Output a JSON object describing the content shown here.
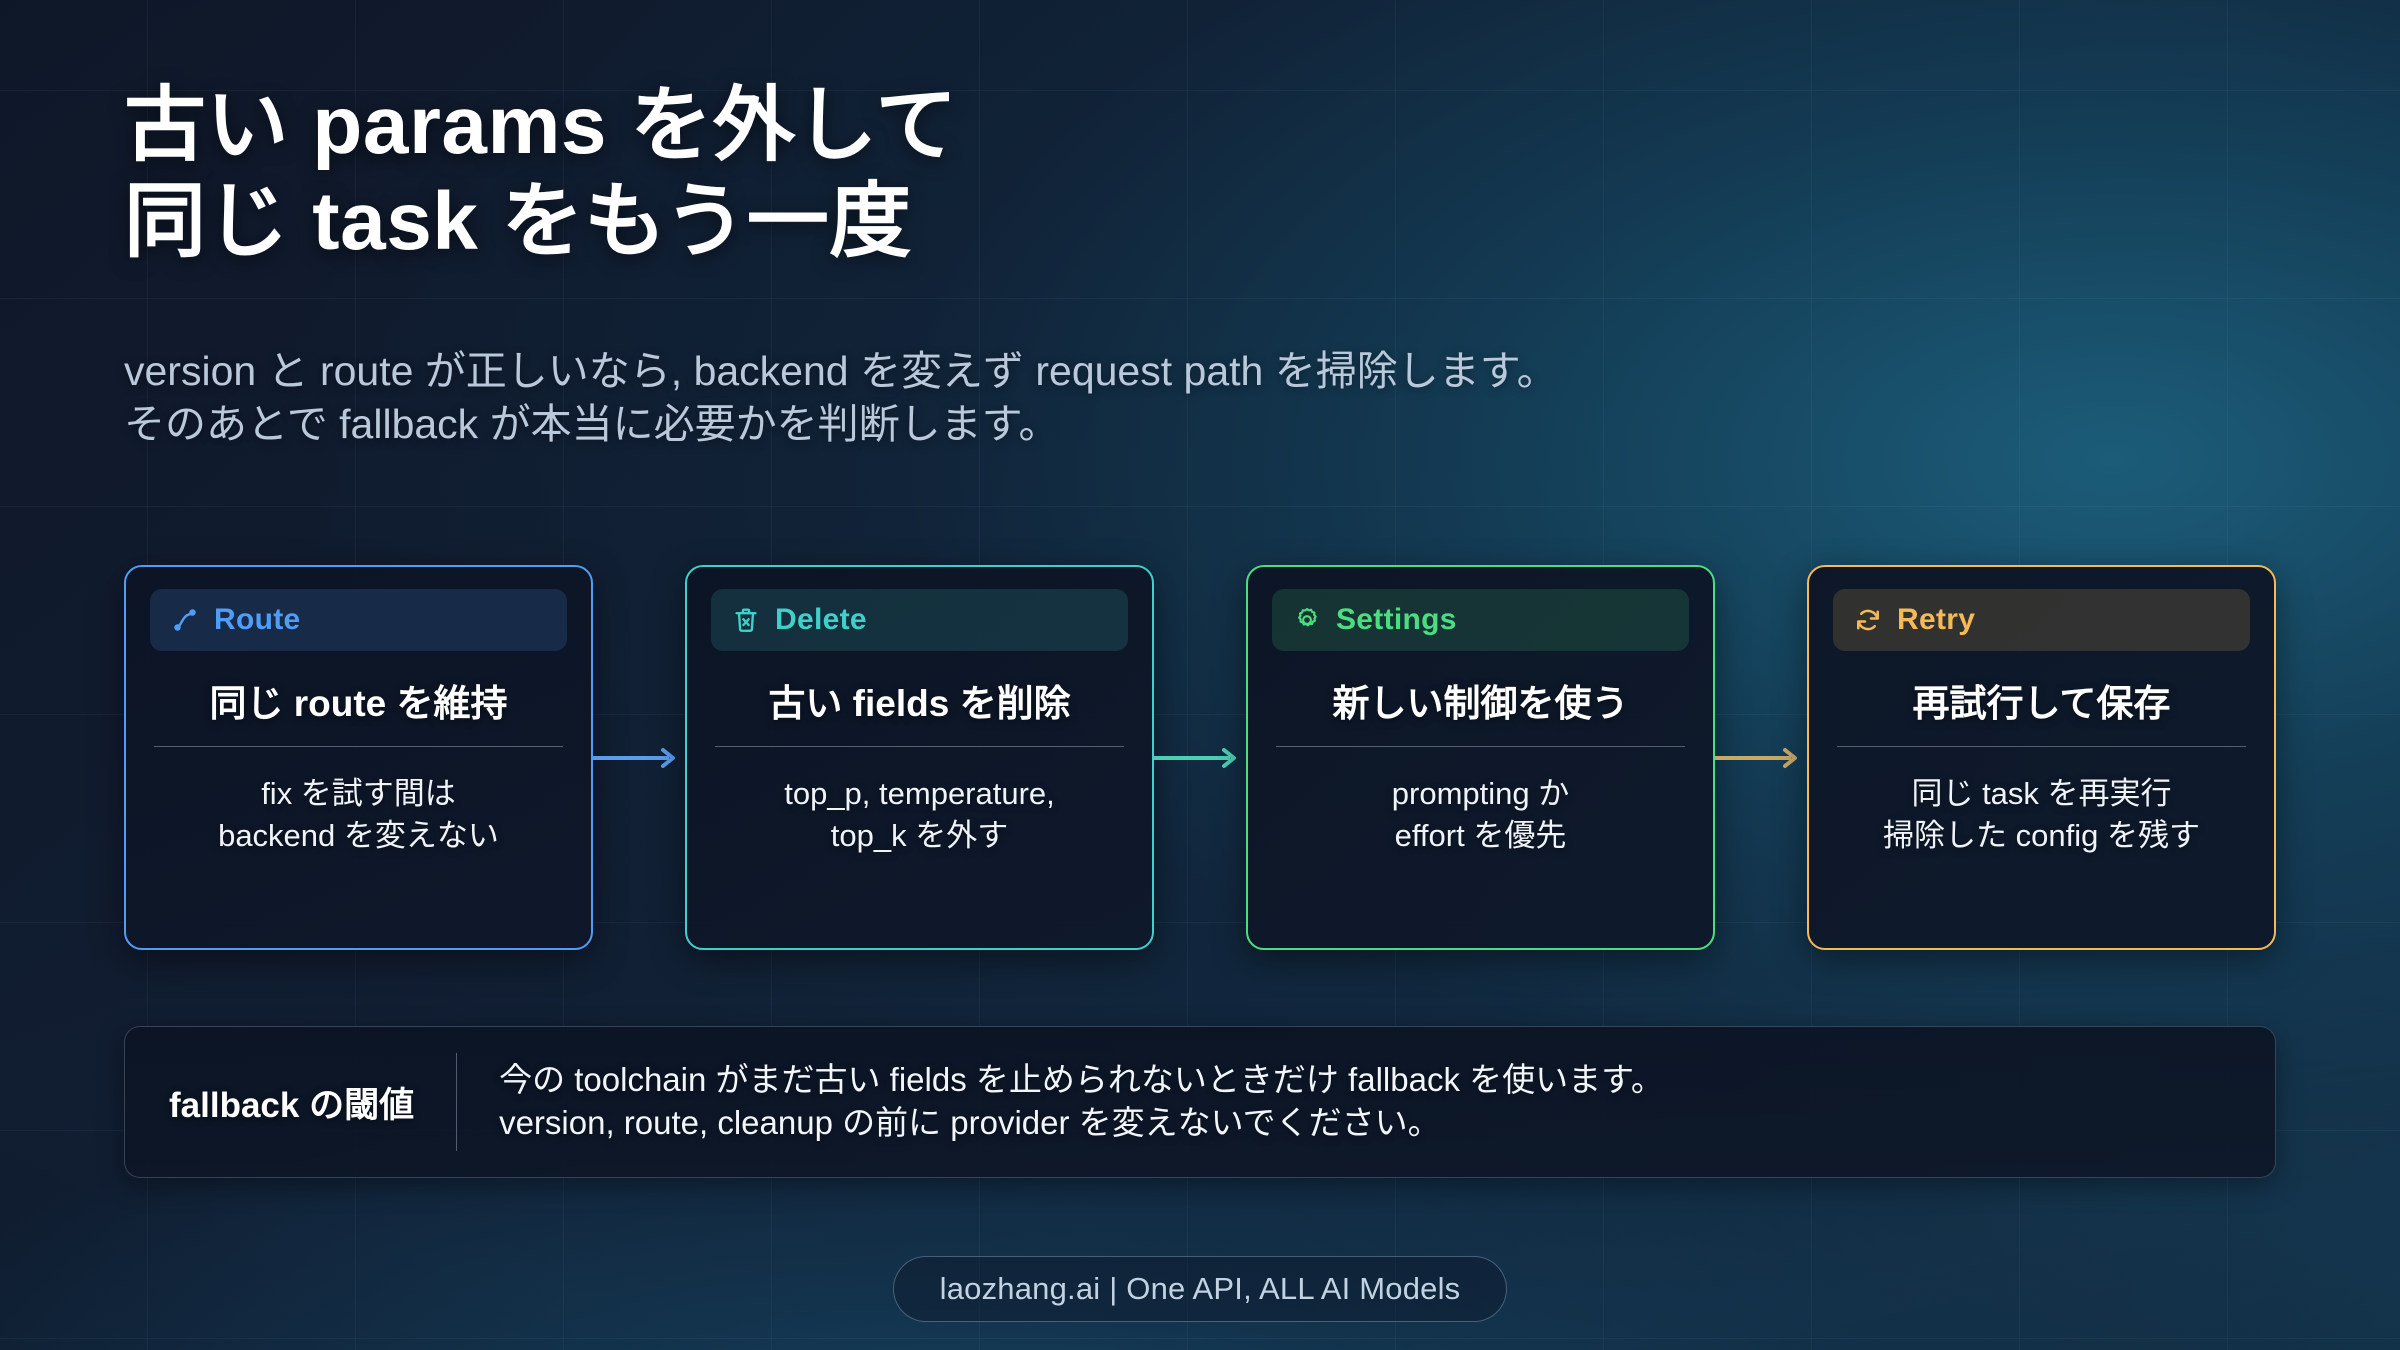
{
  "title": "古い params を外して\n同じ task をもう一度",
  "subtitle": "version と route が正しいなら, backend を変えず request path を掃除します。\nそのあとで fallback が本当に必要かを判断します。",
  "cards": [
    {
      "badge_label": "Route",
      "icon": "route-icon",
      "title": "同じ route を維持",
      "body": "fix を試す間は\nbackend を変えない",
      "accent": "#4f9df7",
      "border": "#4f9df7",
      "badge_bg": "rgba(79,157,247,0.16)"
    },
    {
      "badge_label": "Delete",
      "icon": "trash-x-icon",
      "title": "古い fields を削除",
      "body": "top_p, temperature,\ntop_k を外す",
      "accent": "#3fd0c9",
      "border": "#3fd0c9",
      "badge_bg": "rgba(63,208,201,0.15)"
    },
    {
      "badge_label": "Settings",
      "icon": "gear-icon",
      "title": "新しい制御を使う",
      "body": "prompting か\neffort を優先",
      "accent": "#4ade80",
      "border": "#4ade80",
      "badge_bg": "rgba(74,222,128,0.15)"
    },
    {
      "badge_label": "Retry",
      "icon": "refresh-icon",
      "title": "再試行して保存",
      "body": "同じ task を再実行\n掃除した config を残す",
      "accent": "#f5b955",
      "border": "#f5b955",
      "badge_bg": "rgba(245,185,85,0.16)"
    }
  ],
  "connectors": [
    {
      "color": "#5b9bf0"
    },
    {
      "color": "#4ecfb4"
    },
    {
      "color": "#c9a96a"
    }
  ],
  "note": {
    "label": "fallback の閾値",
    "text": "今の toolchain がまだ古い fields を止められないときだけ fallback を使います。\nversion, route, cleanup の前に provider を変えないでください。"
  },
  "footer": {
    "badge": "laozhang.ai | One API, ALL AI Models"
  }
}
